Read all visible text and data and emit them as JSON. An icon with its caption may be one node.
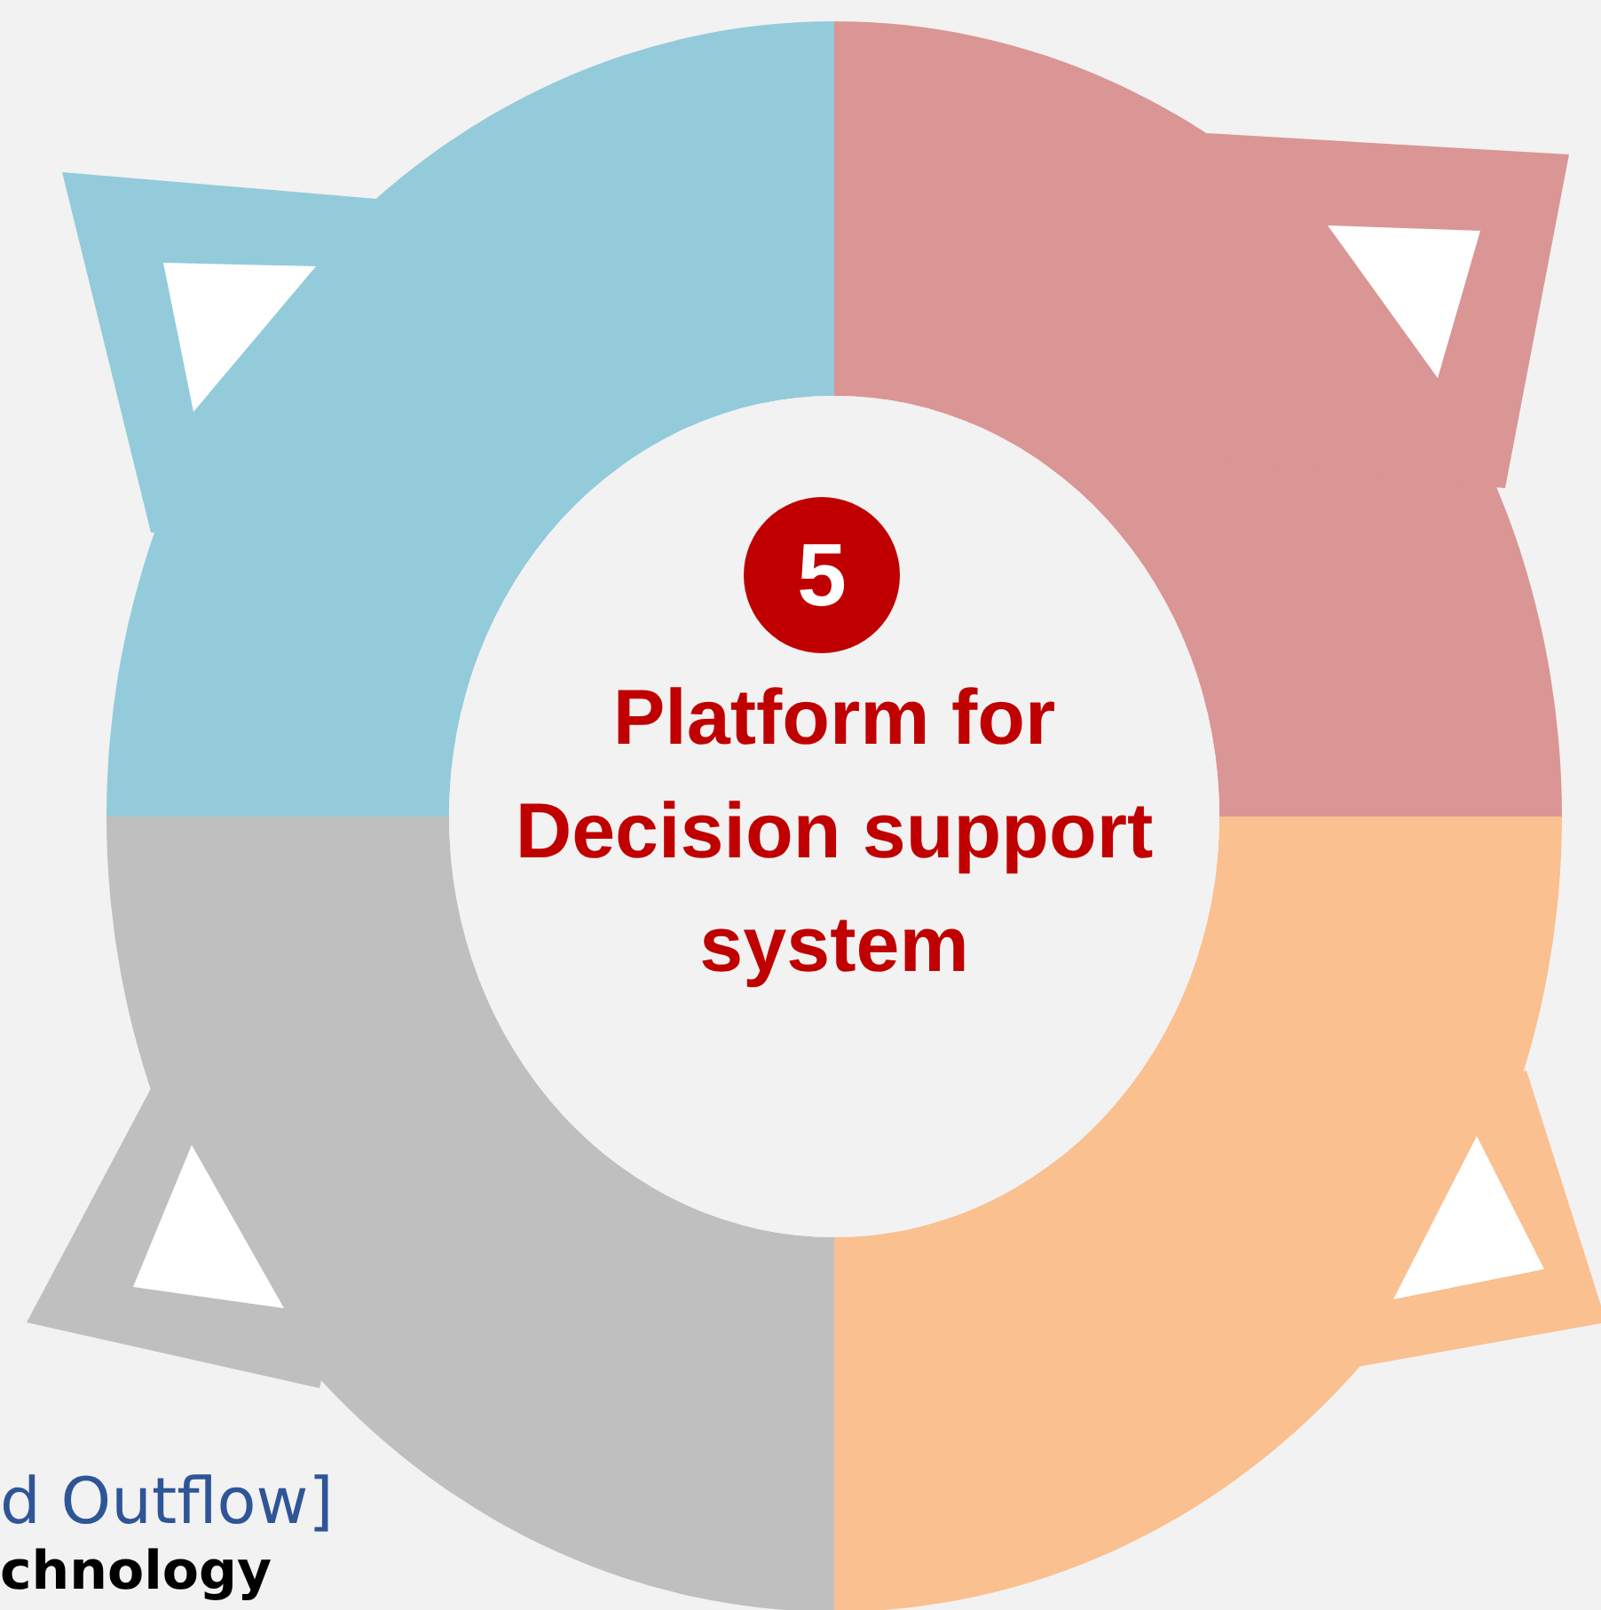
{
  "diagram": {
    "nodes": [
      {
        "text": [
          "Platform for Decision support system"
        ]
      },
      {
        "text": [
          "5"
        ],
        "in": 0
      },
      {
        "text": [],
        "shape": "arc"
      },
      {
        "text": [],
        "shape": "arc"
      },
      {
        "text": [],
        "shape": "arc"
      },
      {
        "text": [],
        "shape": "arc"
      }
    ],
    "labels": [
      "d Outflow]",
      "chnology"
    ]
  }
}
